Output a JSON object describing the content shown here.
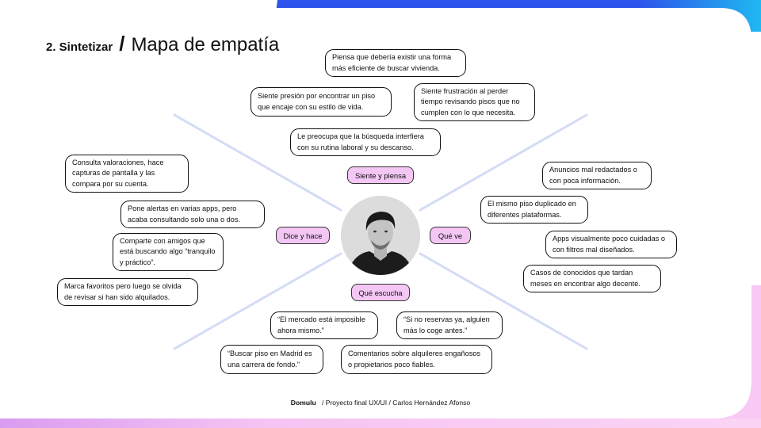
{
  "header": {
    "section": "2. Sintetizar",
    "slash": "/",
    "title": "Mapa de empatía"
  },
  "tags": {
    "siente": "Siente y piensa",
    "dice": "Dice y hace",
    "ve": "Qué ve",
    "escucha": "Qué escucha"
  },
  "bubbles": {
    "piensa_forma": "Piensa que debería existir una forma más eficiente de buscar vivienda.",
    "siente_presion": "Siente presión por encontrar un piso que encaje con su estilo de vida.",
    "siente_frustracion": "Siente frustración al perder tiempo revisando pisos que no cumplen con lo que necesita.",
    "preocupa_busqueda": "Le preocupa que la búsqueda interfiera con su rutina laboral y su descanso.",
    "consulta_valoraciones": "Consulta valoraciones, hace capturas de pantalla y las compara por su cuenta.",
    "pone_alertas": "Pone alertas en varias apps, pero acaba consultando solo una o dos.",
    "comparte_amigos": "Comparte con amigos que está buscando algo “tranquilo y práctico”.",
    "marca_favoritos": "Marca favoritos pero luego se olvida de revisar si han sido alquilados.",
    "anuncios_mal": "Anuncios mal redactados o con poca información.",
    "piso_duplicado": "El mismo piso duplicado en diferentes plataformas.",
    "apps_visual": "Apps visualmente poco cuidadas o con filtros mal diseñados.",
    "casos_conocidos": "Casos de conocidos que tardan meses en encontrar algo decente.",
    "mercado_imposible": "“El mercado está imposible ahora mismo.”",
    "no_reservas": "“Si no reservas ya, alguien más lo coge antes.”",
    "buscar_madrid": "“Buscar piso en Madrid es una carrera de fondo.”",
    "comentarios_alquileres": "Comentarios sobre alquileres engañosos o propietarios poco fiables."
  },
  "footer": {
    "brand": "Domulu",
    "project": "/ Proyecto final UX/UI /",
    "author": "Carlos Hernández Afonso"
  },
  "colors": {
    "accent_blue": "#2f54eb",
    "accent_cyan": "#1fb8f0",
    "accent_pink": "#f6c4f3",
    "tag_pink": "#f3c6f4",
    "guide_line": "#d3dbf6"
  }
}
